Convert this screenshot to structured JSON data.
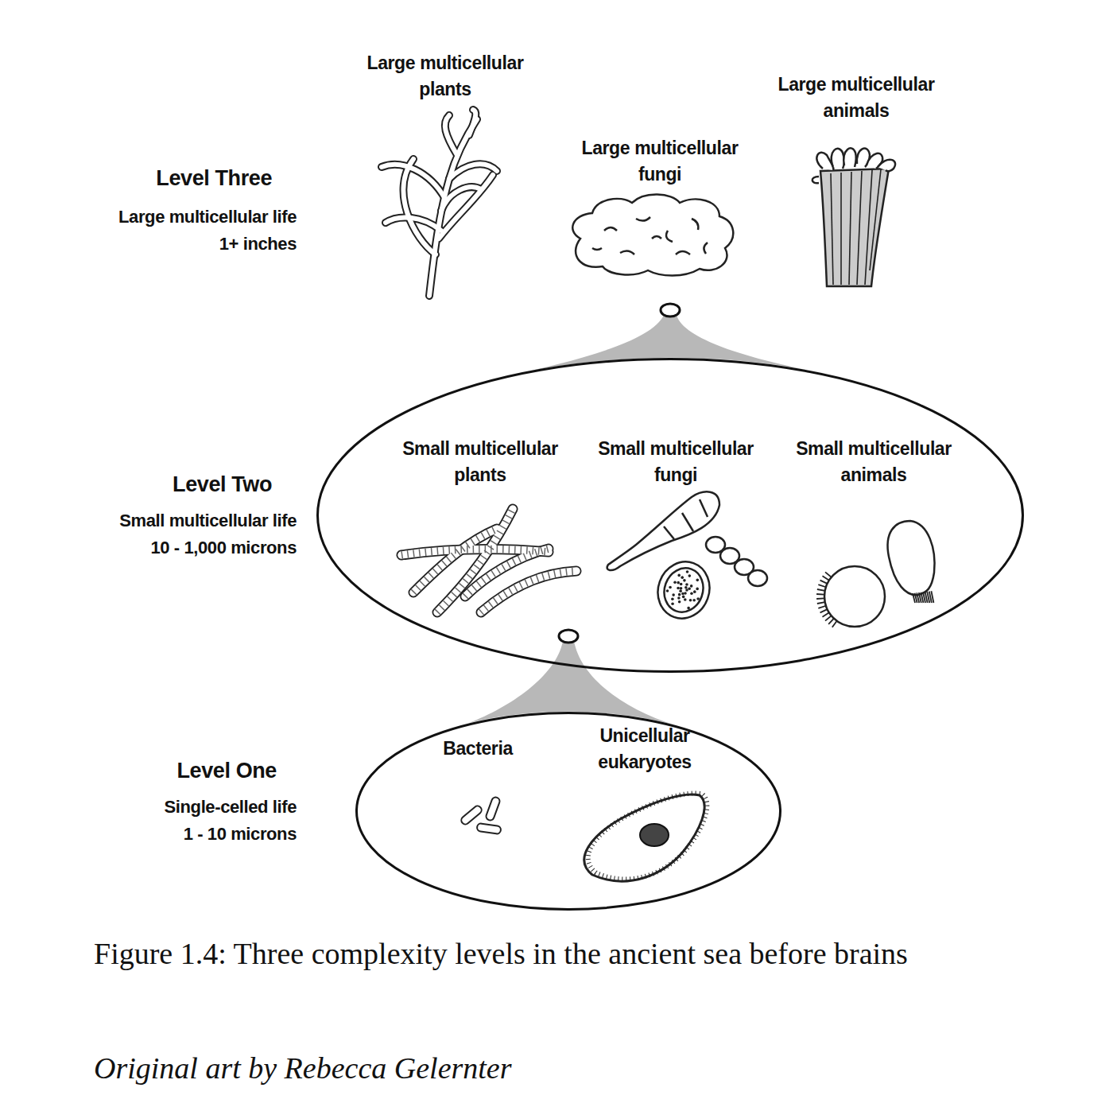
{
  "diagram": {
    "caption": "Figure 1.4: Three complexity levels in the ancient sea before brains",
    "nodes": [
      {
        "text": [
          "Small multicellular plants",
          "Small multicellular fungi",
          "Small multicellular animals"
        ]
      },
      {
        "text": [
          "Bacteria",
          "Unicellular eukaryotes"
        ]
      }
    ],
    "labels": [
      "Level Three",
      "Large multicellular life",
      "1+ inches",
      "Large multicellular plants",
      "Large multicellular fungi",
      "Large multicellular animals",
      "Level Two",
      "Small multicellular life",
      "10 - 1,000 microns",
      "Level One",
      "Single-celled life",
      "1 - 10 microns",
      "Original art by Rebecca Gelernter"
    ]
  }
}
